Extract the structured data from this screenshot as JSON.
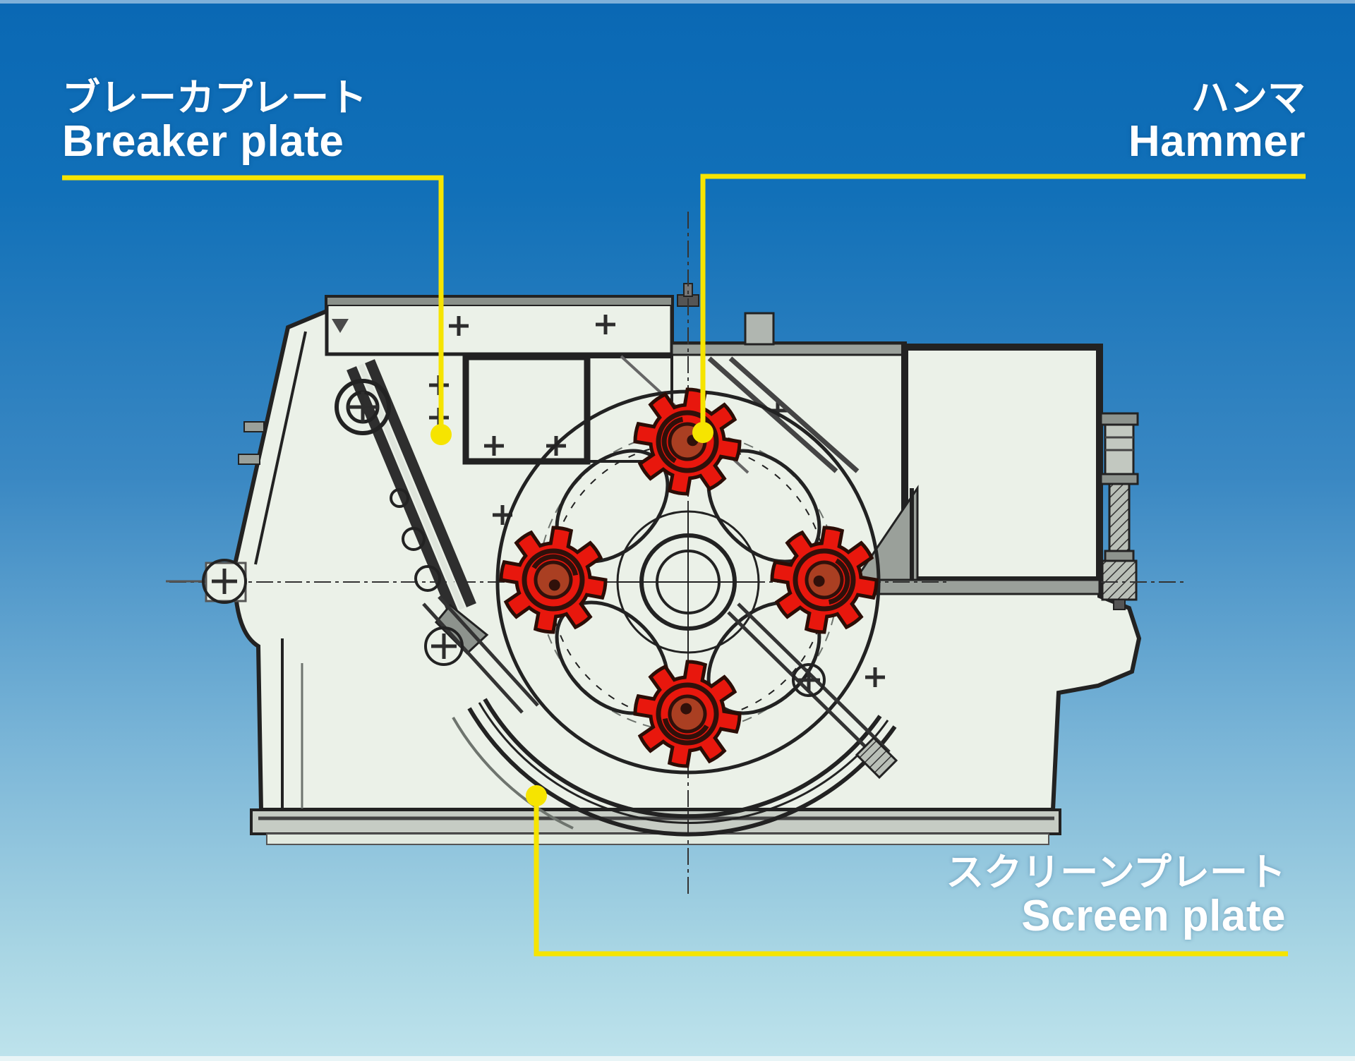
{
  "labels": {
    "breaker": {
      "jp": "ブレーカプレート",
      "en": "Breaker plate"
    },
    "hammer": {
      "jp": "ハンマ",
      "en": "Hammer"
    },
    "screen": {
      "jp": "スクリーンプレート",
      "en": "Screen plate"
    }
  },
  "colors": {
    "background_top": "#0a68b4",
    "background_bottom": "#bee3ec",
    "label_text": "#ffffff",
    "callout": "#f6e400",
    "hammer_red": "#e8170d",
    "hammer_inner": "#aa3f22",
    "drawing_paper": "#ebf1e8",
    "drawing_line": "#222222"
  }
}
